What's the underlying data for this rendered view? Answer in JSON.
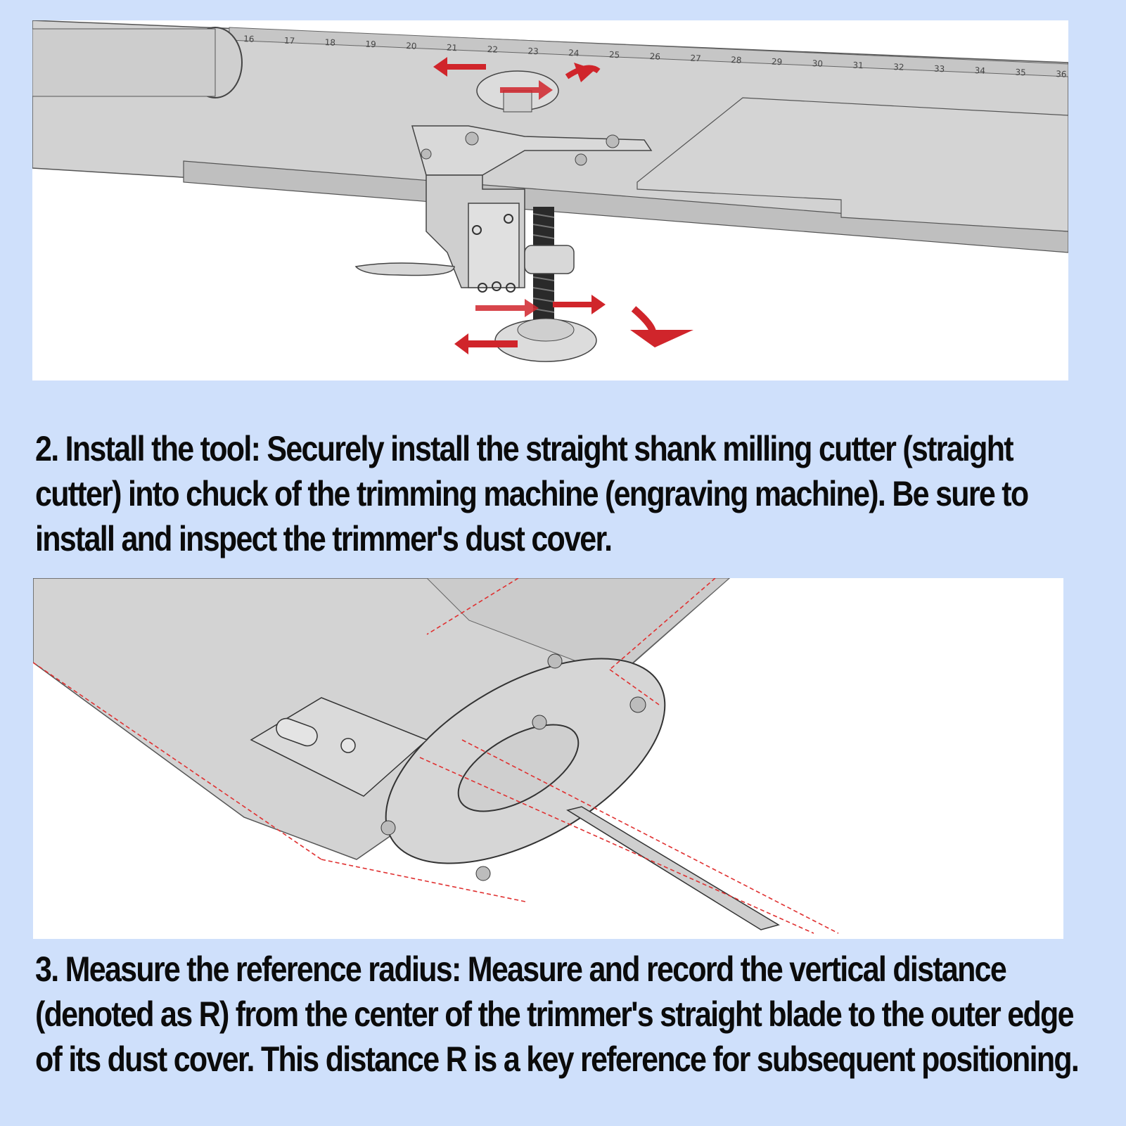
{
  "steps": [
    {
      "text": "2. Install the tool: Securely install the straight shank milling cutter (straight cutter) into chuck of the trimming machine (engraving machine). Be sure to install and inspect the trimmer's dust cover."
    },
    {
      "text": "3. Measure the reference radius: Measure and record the vertical distance (denoted as R) from the center of the trimmer's straight blade to the outer edge of its dust cover. This distance R is a key reference for subsequent positioning."
    }
  ],
  "illustrations": {
    "top": {
      "ruler_ticks": [
        "16",
        "17",
        "18",
        "19",
        "20",
        "21",
        "22",
        "23",
        "24",
        "25",
        "26",
        "27",
        "28",
        "29",
        "30",
        "31",
        "32",
        "33",
        "34",
        "35",
        "36"
      ],
      "arrow_color": "#d0252b",
      "icon": "clamp-adjustment-illustration"
    },
    "bottom": {
      "guide_line_color": "#e03030",
      "icon": "trimmer-base-illustration"
    }
  }
}
